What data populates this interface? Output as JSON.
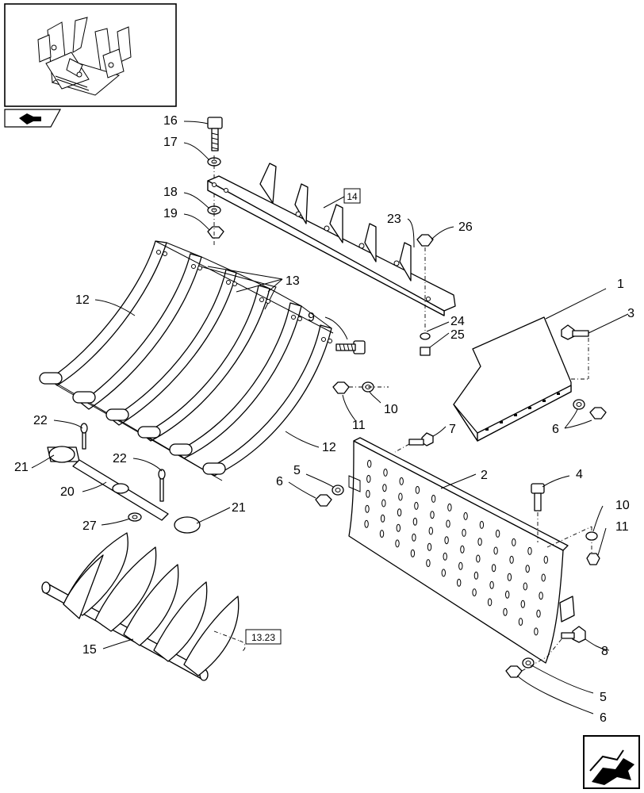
{
  "callouts": [
    {
      "id": "c1",
      "text": "1"
    },
    {
      "id": "c2",
      "text": "2"
    },
    {
      "id": "c3",
      "text": "3"
    },
    {
      "id": "c4",
      "text": "4"
    },
    {
      "id": "c5a",
      "text": "5"
    },
    {
      "id": "c5b",
      "text": "5"
    },
    {
      "id": "c6a",
      "text": "6"
    },
    {
      "id": "c6b",
      "text": "6"
    },
    {
      "id": "c6c",
      "text": "6"
    },
    {
      "id": "c7",
      "text": "7"
    },
    {
      "id": "c8",
      "text": "8"
    },
    {
      "id": "c9",
      "text": "9"
    },
    {
      "id": "c10a",
      "text": "10"
    },
    {
      "id": "c10b",
      "text": "10"
    },
    {
      "id": "c11a",
      "text": "11"
    },
    {
      "id": "c11b",
      "text": "11"
    },
    {
      "id": "c12a",
      "text": "12"
    },
    {
      "id": "c12b",
      "text": "12"
    },
    {
      "id": "c13",
      "text": "13"
    },
    {
      "id": "c15",
      "text": "15"
    },
    {
      "id": "c16",
      "text": "16"
    },
    {
      "id": "c17",
      "text": "17"
    },
    {
      "id": "c18",
      "text": "18"
    },
    {
      "id": "c19",
      "text": "19"
    },
    {
      "id": "c20",
      "text": "20"
    },
    {
      "id": "c21a",
      "text": "21"
    },
    {
      "id": "c21b",
      "text": "21"
    },
    {
      "id": "c22a",
      "text": "22"
    },
    {
      "id": "c22b",
      "text": "22"
    },
    {
      "id": "c23",
      "text": "23"
    },
    {
      "id": "c24",
      "text": "24"
    },
    {
      "id": "c25",
      "text": "25"
    },
    {
      "id": "c26",
      "text": "26"
    },
    {
      "id": "c27",
      "text": "27"
    }
  ],
  "references": {
    "box14": "14",
    "box1323": "13.23"
  },
  "icons": {
    "thumbnail": "machine-overview-thumbnail",
    "back": "back-arrow-icon",
    "next": "next-page-arrow-icon"
  }
}
